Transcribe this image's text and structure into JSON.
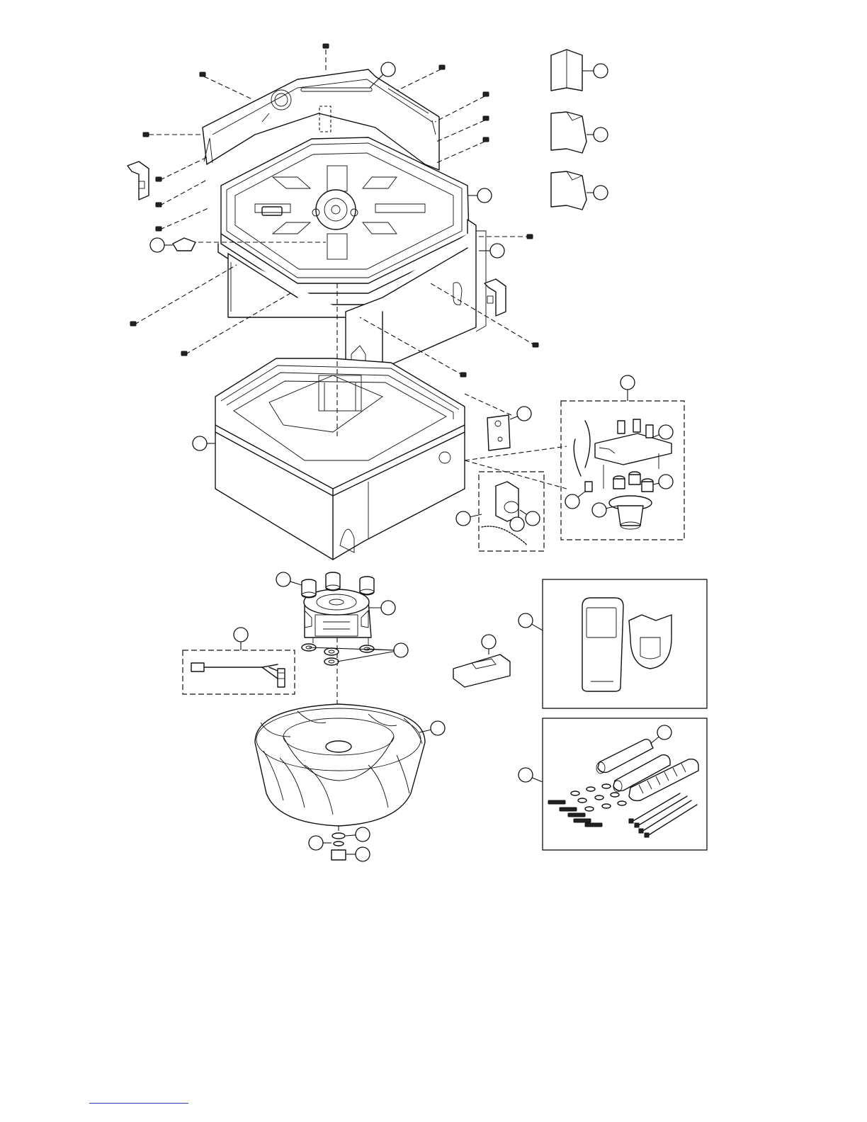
{
  "figure": {
    "type": "exploded parts diagram",
    "callout_count": 30,
    "callouts": [
      {
        "id": "c1"
      },
      {
        "id": "c2"
      },
      {
        "id": "c3"
      },
      {
        "id": "c4"
      },
      {
        "id": "c5"
      },
      {
        "id": "c6"
      },
      {
        "id": "c7"
      },
      {
        "id": "c8"
      },
      {
        "id": "c9"
      },
      {
        "id": "c10"
      },
      {
        "id": "c11"
      },
      {
        "id": "c12"
      },
      {
        "id": "c13"
      },
      {
        "id": "c14"
      },
      {
        "id": "c15"
      },
      {
        "id": "c16"
      },
      {
        "id": "c17"
      },
      {
        "id": "c18"
      },
      {
        "id": "c19"
      },
      {
        "id": "c20"
      },
      {
        "id": "c21"
      },
      {
        "id": "c22"
      },
      {
        "id": "c23"
      },
      {
        "id": "c24"
      },
      {
        "id": "c25"
      },
      {
        "id": "c26"
      },
      {
        "id": "c27"
      },
      {
        "id": "c28"
      },
      {
        "id": "c29"
      },
      {
        "id": "c30"
      }
    ]
  },
  "colors": {
    "line": "#111111",
    "background": "#ffffff",
    "footer_rule": "#2a3db5"
  }
}
